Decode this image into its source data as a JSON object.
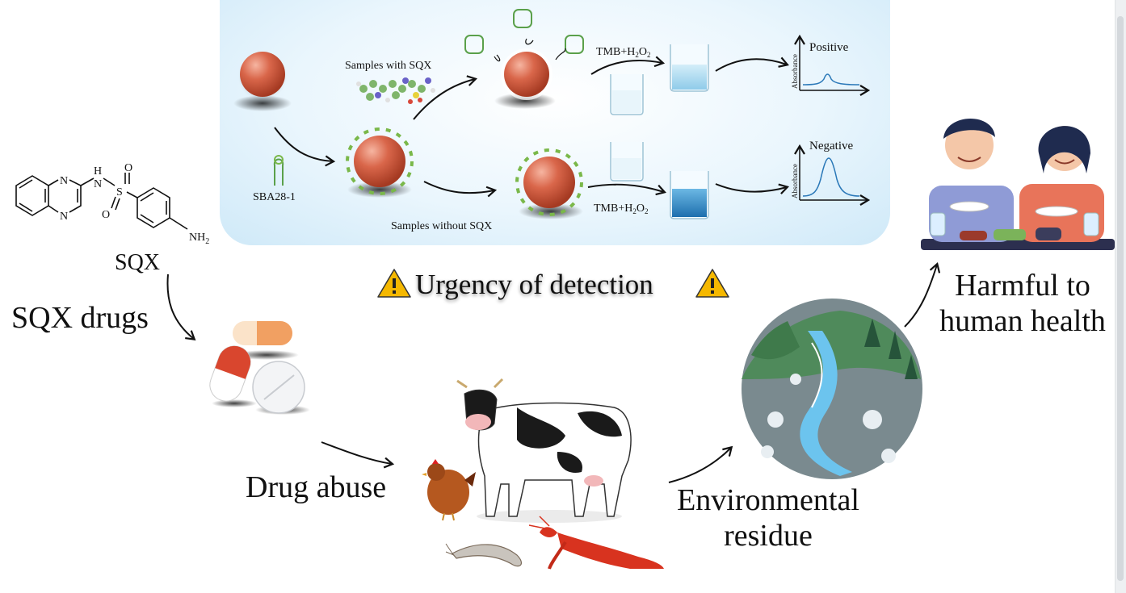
{
  "molecule": {
    "label": "SQX",
    "atoms": {
      "n1": "N",
      "n2": "N",
      "h": "H",
      "n3": "N",
      "s": "S",
      "o1": "O",
      "o2": "O",
      "nh2": "NH",
      "nh2_sub": "2"
    }
  },
  "left": {
    "sqx_drugs": "SQX drugs"
  },
  "assay": {
    "samples_with": "Samples with SQX",
    "samples_without": "Samples without SQX",
    "aptamer": "SBA28-1",
    "reagent_top": {
      "main": "TMB+H",
      "sub1": "2",
      "mid": "O",
      "sub2": "2"
    },
    "reagent_bottom": {
      "main": "TMB+H",
      "sub1": "2",
      "mid": "O",
      "sub2": "2"
    },
    "positive_label": "Positive",
    "negative_label": "Negative",
    "ylabel": "Absorbance"
  },
  "urgency": "Urgency of detection",
  "drug_abuse": "Drug abuse",
  "environmental_residue": {
    "line1": "Environmental",
    "line2": "residue"
  },
  "harmful": {
    "line1": "Harmful to",
    "line2": "human health"
  },
  "colors": {
    "panel": "#d6ecf8",
    "warning": "#f5b800",
    "sphere": "#d9664a",
    "water_dark": "#2d86c6",
    "water_light": "#a8d8ef"
  }
}
